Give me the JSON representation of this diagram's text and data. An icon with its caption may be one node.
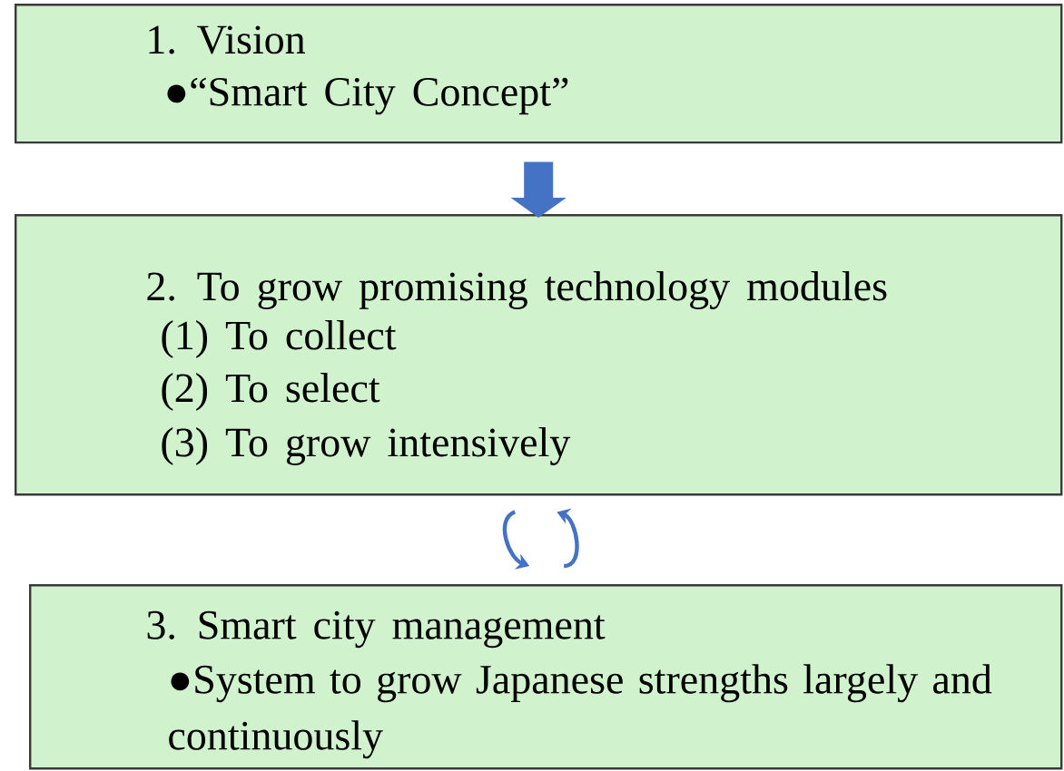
{
  "diagram": {
    "nodes": [
      {
        "text": [
          "1. Vision",
          "●“Smart City Concept”"
        ]
      },
      {
        "text": [
          "2. To grow promising technology modules",
          "(1) To collect",
          "(2) To select",
          "(3) To grow intensively"
        ]
      },
      {
        "text": [
          "3. Smart city management",
          "●System to grow Japanese strengths largely and continuously"
        ]
      }
    ],
    "edges": [
      {
        "from": 0,
        "to": 1,
        "arrow": "to",
        "style": "thick"
      },
      {
        "from": 1,
        "to": 2,
        "arrow": "to"
      },
      {
        "from": 2,
        "to": 1,
        "arrow": "to"
      }
    ]
  }
}
